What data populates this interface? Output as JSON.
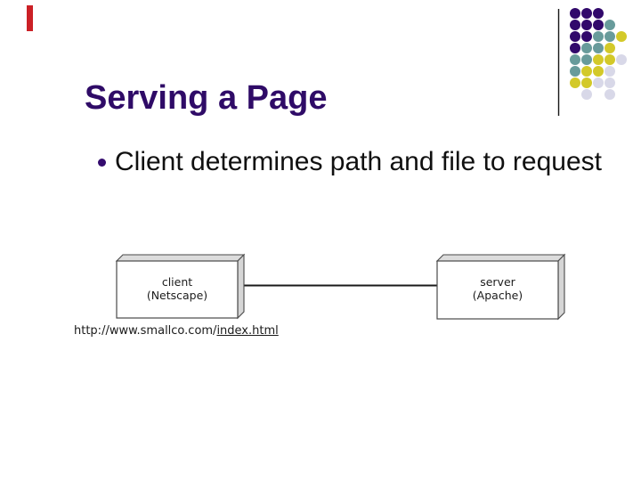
{
  "slide": {
    "title": "Serving a Page",
    "bullet_text": "Client determines path and file to request"
  },
  "diagram": {
    "client_box": {
      "line1": "client",
      "line2": "(Netscape)"
    },
    "server_box": {
      "line1": "server",
      "line2": "(Apache)"
    },
    "url": {
      "prefix": "http://www.smallco.com/",
      "file": "index.html"
    }
  },
  "colors": {
    "title_purple": "#2F0B67",
    "bullet_purple": "#340B6E",
    "accent_red": "#CB2026"
  },
  "decor": {
    "dots": {
      "colors": {
        "P": "#31096B",
        "T": "#689B9B",
        "Y": "#D3C929",
        "L": "#D8D8E8"
      },
      "pattern": [
        "PPP..",
        "PPPT.",
        "PPTTY",
        "PTTY.",
        "TTYYL",
        "TYYL.",
        "YYLL.",
        ".L.L."
      ]
    }
  }
}
